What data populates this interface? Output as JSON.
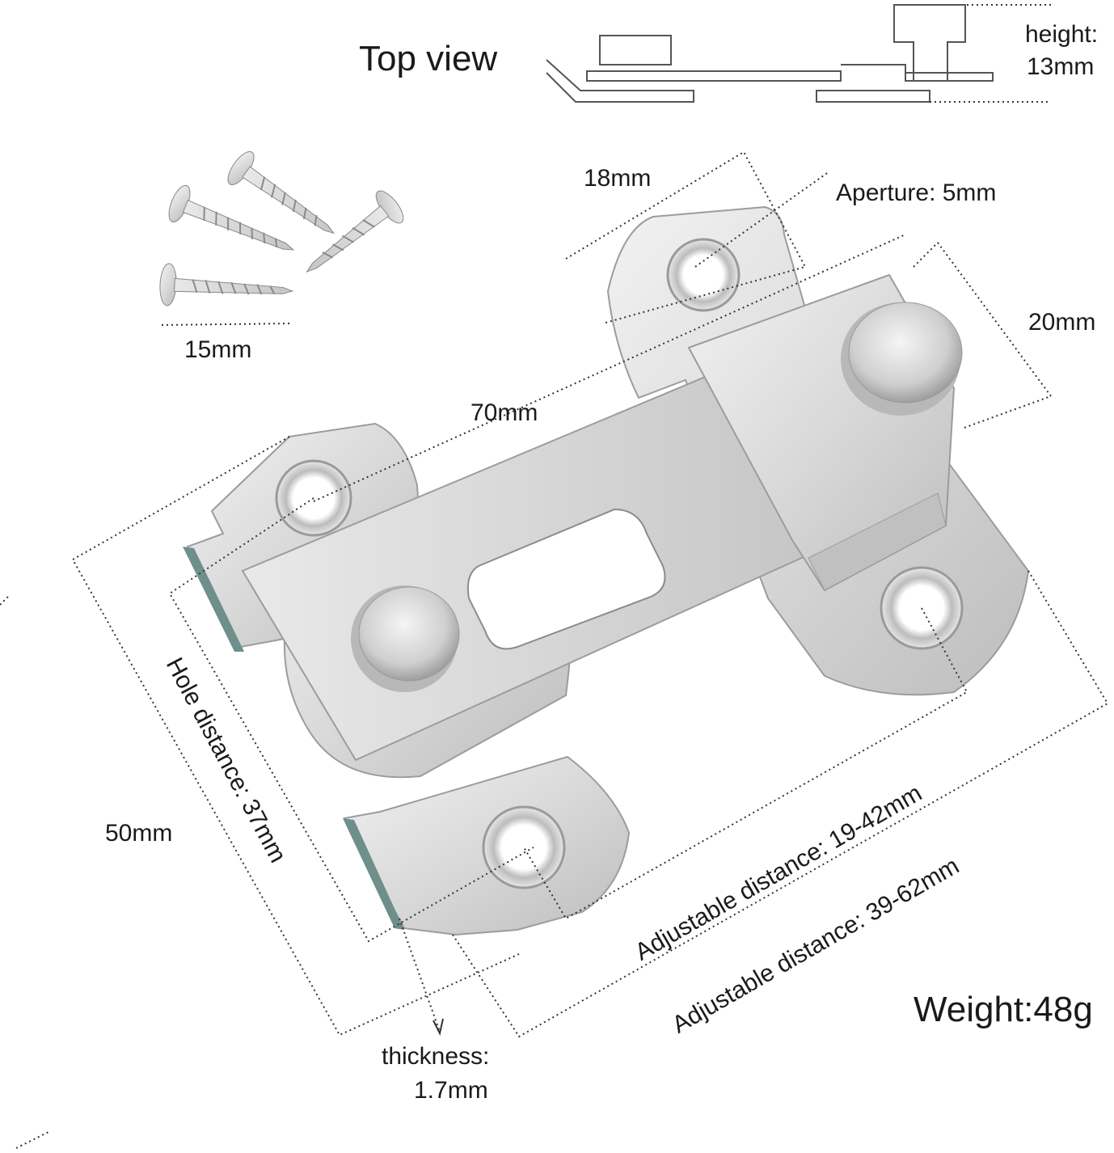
{
  "labels": {
    "top_view": "Top view",
    "height_label": "height:",
    "height_value": "13mm",
    "screw_length": "15mm",
    "width_18": "18mm",
    "aperture": "Aperture: 5mm",
    "width_20": "20mm",
    "length_70": "70mm",
    "height_50": "50mm",
    "hole_distance": "Hole distance: 37mm",
    "adjustable_1": "Adjustable distance: 19-42mm",
    "adjustable_2": "Adjustable distance: 39-62mm",
    "weight": "Weight:48g",
    "thickness_label": "thickness:",
    "thickness_value": "1.7mm"
  },
  "colors": {
    "metal_light": "#e6e6e6",
    "metal_mid": "#c8c8c8",
    "metal_dark": "#9a9a9a",
    "edge_teal": "#6f8f8c",
    "dotted_line": "#333333"
  }
}
